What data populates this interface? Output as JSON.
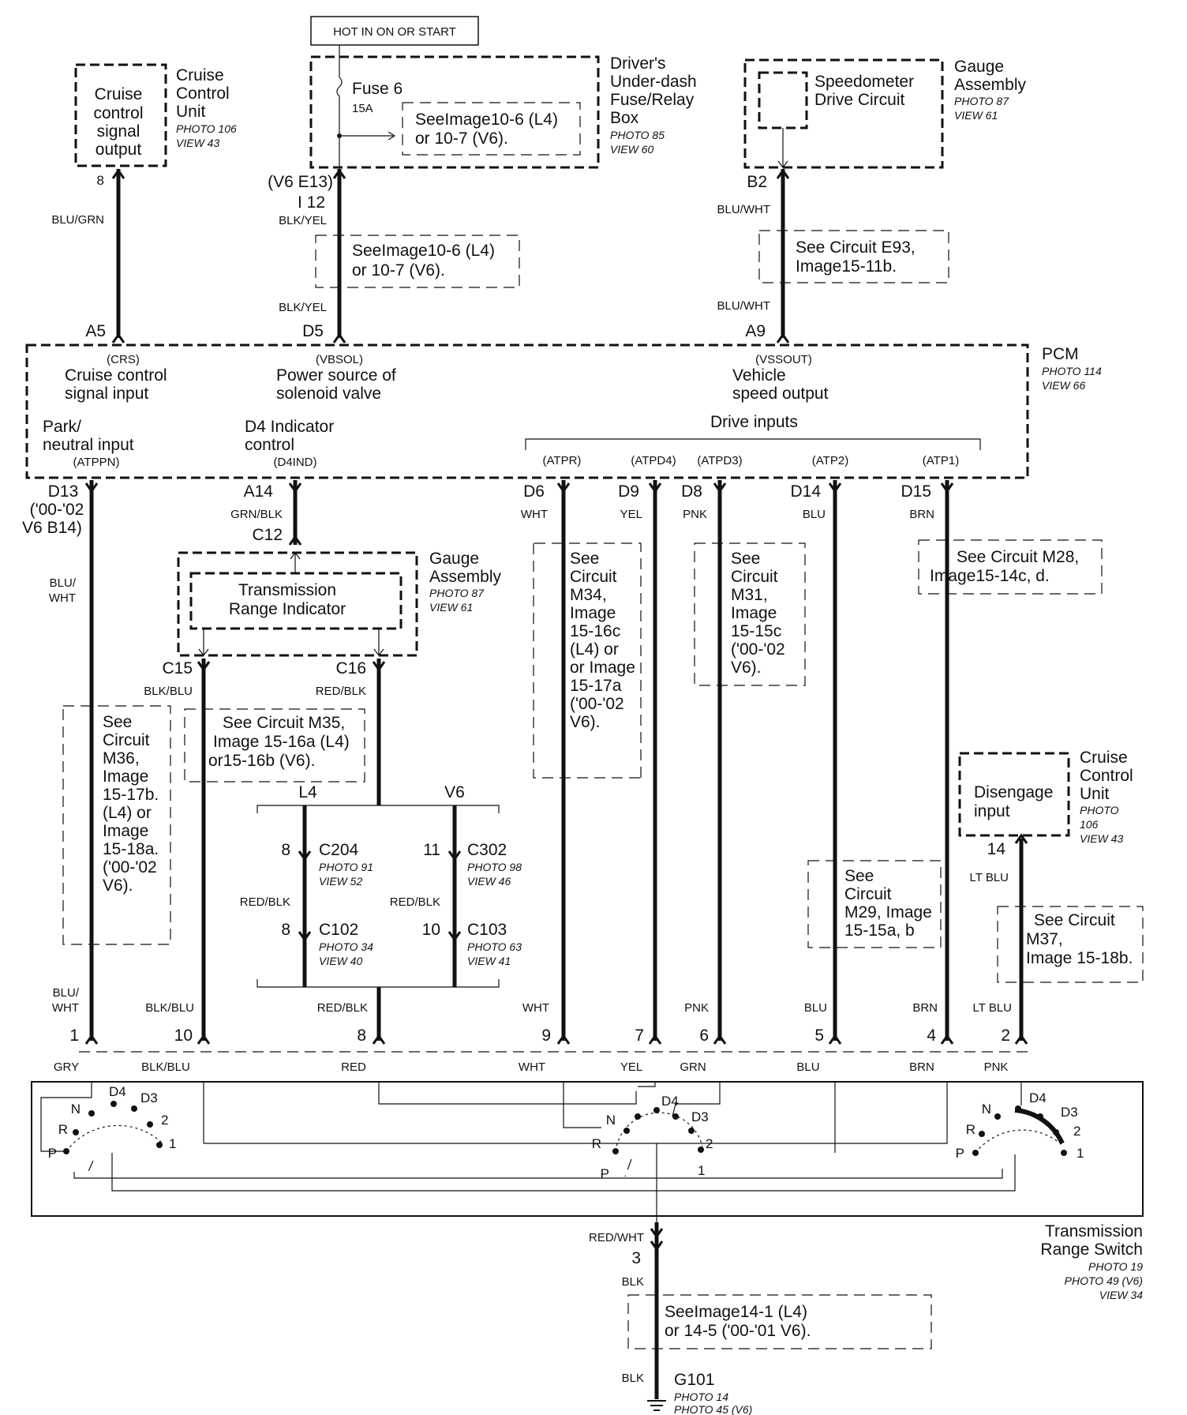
{
  "top_box": {
    "label": "HOT IN ON OR START"
  },
  "cruise_unit_top": {
    "box_text": [
      "Cruise",
      "control",
      "signal",
      "output"
    ],
    "name": [
      "Cruise",
      "Control",
      "Unit"
    ],
    "photo": [
      "PHOTO 106",
      "VIEW 43"
    ],
    "pin": "8",
    "wire": "BLU/GRN"
  },
  "fuse_box": {
    "fuse": "Fuse 6",
    "amp": "15A",
    "see": [
      "SeeImage10-6 (L4)",
      "or 10-7 (V6)."
    ],
    "name": [
      "Driver's",
      "Under-dash",
      "Fuse/Relay",
      "Box"
    ],
    "photo": [
      "PHOTO 85",
      "VIEW 60"
    ],
    "pin_a": "(V6 E13)",
    "pin_b": "I 12",
    "wire1": "BLK/YEL",
    "see2": [
      "SeeImage10-6 (L4)",
      "or 10-7 (V6)."
    ],
    "wire2": "BLK/YEL"
  },
  "gauge_top": {
    "box_text": [
      "Speedometer",
      "Drive Circuit"
    ],
    "name": [
      "Gauge",
      "Assembly"
    ],
    "photo": [
      "PHOTO 87",
      "VIEW 61"
    ],
    "pin": "B2",
    "wire1": "BLU/WHT",
    "see": [
      "See Circuit E93,",
      "Image15-11b."
    ],
    "wire2": "BLU/WHT"
  },
  "pcm": {
    "name": "PCM",
    "photo": [
      "PHOTO 114",
      "VIEW 66"
    ],
    "top_pins": [
      "A5",
      "D5",
      "A9"
    ],
    "crs": [
      "(CRS)",
      "Cruise control",
      "signal input"
    ],
    "vbsol": [
      "(VBSOL)",
      "Power source of",
      "solenoid valve"
    ],
    "vssout": [
      "(VSSOUT)",
      "Vehicle",
      "speed output"
    ],
    "park": [
      "Park/",
      "neutral input",
      "(ATPPN)"
    ],
    "d4ind": [
      "D4 Indicator",
      "control",
      "(D4IND)"
    ],
    "drive_inputs": "Drive inputs",
    "drive_codes": [
      "(ATPR)",
      "(ATPD4)",
      "(ATPD3)",
      "(ATP2)",
      "(ATP1)"
    ]
  },
  "bottom_pins": {
    "d13": [
      "D13",
      "('00-'02",
      "V6 B14)"
    ],
    "a14": "A14",
    "d6": "D6",
    "d9": "D9",
    "d8": "D8",
    "d14": "D14",
    "d15": "D15"
  },
  "wires_upper": {
    "a14": "GRN/BLK",
    "d6": "WHT",
    "d9": "YEL",
    "d8": "PNK",
    "d14": "BLU",
    "d15": "BRN",
    "d13": [
      "BLU/",
      "WHT"
    ]
  },
  "gauge_mid": {
    "pin_top": "C12",
    "box_text": [
      "Transmission",
      "Range Indicator"
    ],
    "name": [
      "Gauge",
      "Assembly"
    ],
    "photo": [
      "PHOTO 87",
      "VIEW 61"
    ],
    "pin_c15": "C15",
    "pin_c16": "C16",
    "wire_c15": "BLK/BLU",
    "wire_c16": "RED/BLK"
  },
  "see_notes": {
    "m34": [
      "See",
      "Circuit",
      "M34,",
      "Image",
      "15-16c",
      "(L4) or",
      "or Image",
      "15-17a",
      "('00-'02",
      "V6)."
    ],
    "m31": [
      "See",
      "Circuit",
      "M31,",
      "Image",
      "15-15c",
      "('00-'02",
      "V6)."
    ],
    "m28": [
      "See Circuit M28,",
      "Image15-14c, d."
    ],
    "m36": [
      "See",
      "Circuit",
      "M36,",
      "Image",
      "15-17b.",
      "(L4) or",
      "Image",
      "15-18a.",
      "('00-'02",
      "V6)."
    ],
    "m35": [
      "See Circuit M35,",
      "Image 15-16a (L4)",
      "or15-16b (V6)."
    ],
    "m29": [
      "See",
      "Circuit",
      "M29, Image",
      "15-15a, b"
    ],
    "m37": [
      "See Circuit",
      "M37,",
      "Image 15-18b."
    ],
    "g101": [
      "SeeImage14-1 (L4)",
      "or 14-5 ('00-'01 V6)."
    ]
  },
  "variants": {
    "l4": "L4",
    "v6": "V6",
    "c204": "C204",
    "c204_pin": "8",
    "c204_photo": [
      "PHOTO 91",
      "VIEW 52"
    ],
    "c302": "C302",
    "c302_pin": "11",
    "c302_photo": [
      "PHOTO 98",
      "VIEW 46"
    ],
    "wire_l4": "RED/BLK",
    "wire_v6": "RED/BLK",
    "c102": "C102",
    "c102_pin": "8",
    "c102_photo": [
      "PHOTO 34",
      "VIEW 40"
    ],
    "c103": "C103",
    "c103_pin": "10",
    "c103_photo": [
      "PHOTO 63",
      "VIEW 41"
    ]
  },
  "cruise_unit_bottom": {
    "box_text": [
      "Disengage",
      "input"
    ],
    "name": [
      "Cruise",
      "Control",
      "Unit"
    ],
    "photo": [
      "PHOTO",
      "106",
      "VIEW 43"
    ],
    "pin": "14",
    "wire": "LT BLU"
  },
  "switch_wires_above": [
    "BLU/",
    "WHT",
    "BLK/BLU",
    "RED/BLK",
    "WHT",
    "PNK",
    "BLU",
    "BRN",
    "LT BLU"
  ],
  "switch_pins": [
    "1",
    "10",
    "8",
    "9",
    "7",
    "6",
    "5",
    "4",
    "2"
  ],
  "switch_wires_below": [
    "GRY",
    "BLK/BLU",
    "RED",
    "WHT",
    "YEL",
    "GRN",
    "BLU",
    "BRN",
    "PNK"
  ],
  "switch": {
    "name": [
      "Transmission",
      "Range Switch"
    ],
    "photo": [
      "PHOTO 19",
      "PHOTO 49 (V6)",
      "VIEW 34"
    ],
    "positions": [
      "P",
      "R",
      "N",
      "D4",
      "D3",
      "2",
      "1"
    ]
  },
  "ground": {
    "wire1": "RED/WHT",
    "pin": "3",
    "wire2": "BLK",
    "wire3": "BLK",
    "name": "G101",
    "photo": [
      "PHOTO 14",
      "PHOTO 45 (V6)"
    ]
  }
}
